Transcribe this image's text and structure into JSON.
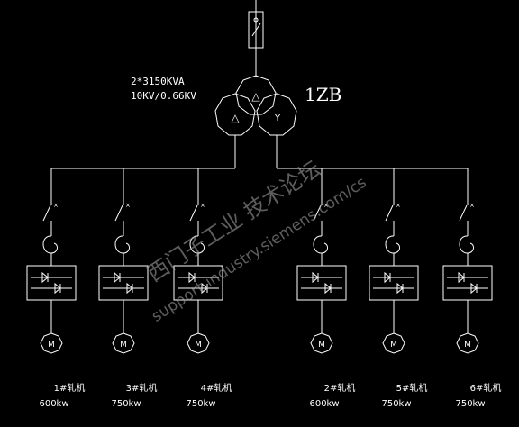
{
  "transformer": {
    "spec_line1": "2*3150KVA",
    "spec_line2": "10KV/0.66KV",
    "tag": "1ZB",
    "primary_symbol": "△",
    "secondary_symbols": [
      "△",
      "Y"
    ]
  },
  "motor_symbol": "M",
  "drives": [
    {
      "name": "1#轧机",
      "power": "600kw"
    },
    {
      "name": "3#轧机",
      "power": "750kw"
    },
    {
      "name": "4#轧机",
      "power": "750kw"
    },
    {
      "name": "2#轧机",
      "power": "600kw"
    },
    {
      "name": "5#轧机",
      "power": "750kw"
    },
    {
      "name": "6#轧机",
      "power": "750kw"
    }
  ],
  "watermark": {
    "forum_text": "西门子工业 技术论坛",
    "url_text": "support.industry.siemens.com/cs"
  }
}
